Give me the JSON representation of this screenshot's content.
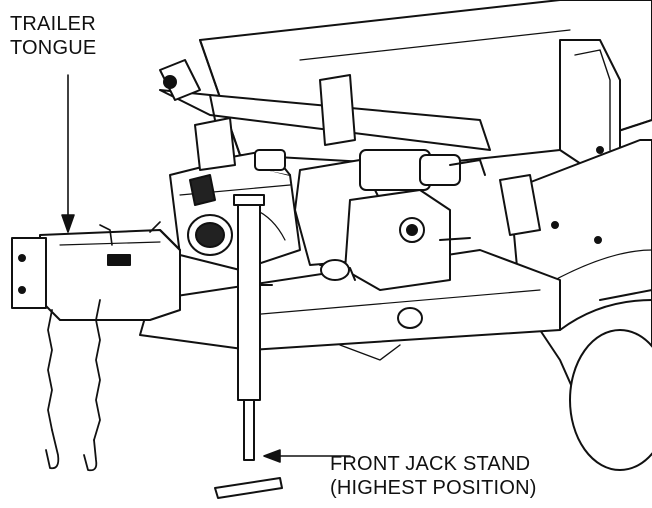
{
  "callouts": {
    "trailer_tongue": {
      "line1": "TRAILER",
      "line2": "TONGUE"
    },
    "front_jack_stand": {
      "line1": "FRONT JACK STAND",
      "line2": "(HIGHEST POSITION)"
    }
  },
  "colors": {
    "ink": "#111111",
    "paper": "#ffffff",
    "shade": "#1a1a1a"
  }
}
